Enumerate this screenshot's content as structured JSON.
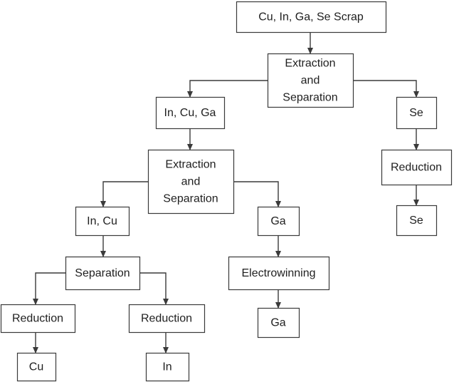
{
  "diagram": {
    "nodes": [
      {
        "id": "scrap",
        "lines": [
          "Cu, In, Ga, Se Scrap"
        ]
      },
      {
        "id": "extract1",
        "lines": [
          "Extraction",
          "and",
          "Separation"
        ]
      },
      {
        "id": "incuga",
        "lines": [
          "In, Cu, Ga"
        ]
      },
      {
        "id": "se1",
        "lines": [
          "Se"
        ]
      },
      {
        "id": "extract2",
        "lines": [
          "Extraction",
          "and",
          "Separation"
        ]
      },
      {
        "id": "reduction_se",
        "lines": [
          "Reduction"
        ]
      },
      {
        "id": "se2",
        "lines": [
          "Se"
        ]
      },
      {
        "id": "incu",
        "lines": [
          "In, Cu"
        ]
      },
      {
        "id": "ga1",
        "lines": [
          "Ga"
        ]
      },
      {
        "id": "separation",
        "lines": [
          "Separation"
        ]
      },
      {
        "id": "electrowinning",
        "lines": [
          "Electrowinning"
        ]
      },
      {
        "id": "reduction_cu",
        "lines": [
          "Reduction"
        ]
      },
      {
        "id": "reduction_in",
        "lines": [
          "Reduction"
        ]
      },
      {
        "id": "ga2",
        "lines": [
          "Ga"
        ]
      },
      {
        "id": "cu",
        "lines": [
          "Cu"
        ]
      },
      {
        "id": "in",
        "lines": [
          "In"
        ]
      }
    ],
    "edges": [
      {
        "from": "scrap",
        "to": "extract1"
      },
      {
        "from": "extract1",
        "to": "incuga"
      },
      {
        "from": "extract1",
        "to": "se1"
      },
      {
        "from": "se1",
        "to": "reduction_se"
      },
      {
        "from": "reduction_se",
        "to": "se2"
      },
      {
        "from": "incuga",
        "to": "extract2"
      },
      {
        "from": "extract2",
        "to": "incu"
      },
      {
        "from": "extract2",
        "to": "ga1"
      },
      {
        "from": "ga1",
        "to": "electrowinning"
      },
      {
        "from": "electrowinning",
        "to": "ga2"
      },
      {
        "from": "incu",
        "to": "separation"
      },
      {
        "from": "separation",
        "to": "reduction_cu"
      },
      {
        "from": "separation",
        "to": "reduction_in"
      },
      {
        "from": "reduction_cu",
        "to": "cu"
      },
      {
        "from": "reduction_in",
        "to": "in"
      }
    ]
  }
}
